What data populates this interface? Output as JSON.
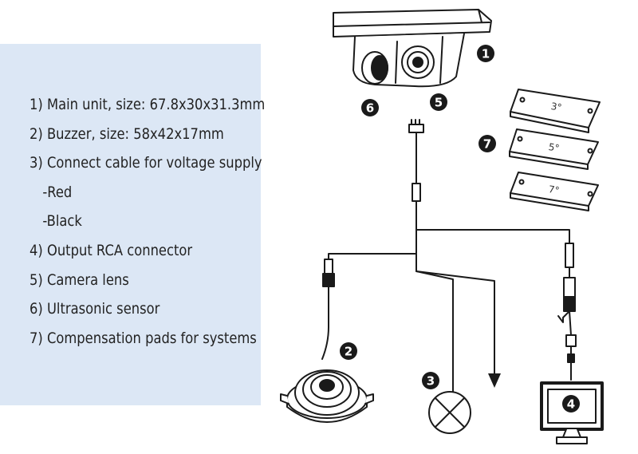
{
  "legend": {
    "items": [
      {
        "text": "1) Main unit, size: 67.8x30x31.3mm",
        "sub": false
      },
      {
        "text": "2) Buzzer, size: 58x42x17mm",
        "sub": false
      },
      {
        "text": "3) Connect cable for voltage supply",
        "sub": false
      },
      {
        "text": "-Red",
        "sub": true
      },
      {
        "text": "-Black",
        "sub": true
      },
      {
        "text": "4) Output RCA connector",
        "sub": false
      },
      {
        "text": "5) Camera lens",
        "sub": false
      },
      {
        "text": "6) Ultrasonic sensor",
        "sub": false
      },
      {
        "text": "7) Compensation pads for systems",
        "sub": false
      }
    ]
  },
  "badges": {
    "main_unit": "1",
    "buzzer": "2",
    "voltage_cable": "3",
    "rca_monitor": "4",
    "camera_lens": "5",
    "ultrasonic_sensor": "6",
    "compensation_pads": "7"
  },
  "pads": [
    "3°",
    "5°",
    "7°"
  ],
  "colors": {
    "panel": "#dce7f5",
    "line": "#1a1a1a",
    "badge": "#1a1a1a"
  }
}
